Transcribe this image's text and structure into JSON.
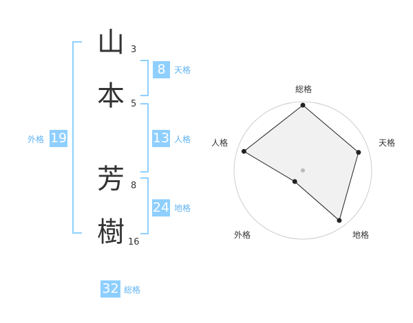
{
  "name": {
    "chars": [
      {
        "char": "山",
        "strokes": "3"
      },
      {
        "char": "本",
        "strokes": "5"
      },
      {
        "char": "芳",
        "strokes": "8"
      },
      {
        "char": "樹",
        "strokes": "16"
      }
    ]
  },
  "kaku": {
    "tenkaku": {
      "value": "8",
      "label": "天格"
    },
    "jinkaku": {
      "value": "13",
      "label": "人格"
    },
    "chikaku": {
      "value": "24",
      "label": "地格"
    },
    "gaikaku": {
      "value": "19",
      "label": "外格"
    },
    "soukaku": {
      "value": "32",
      "label": "総格"
    }
  },
  "radar": {
    "axes": [
      "総格",
      "天格",
      "地格",
      "外格",
      "人格"
    ],
    "values": [
      0.95,
      0.85,
      0.9,
      0.2,
      0.9
    ],
    "colors": {
      "grid": "#cccccc",
      "fill": "#eeeeee",
      "line": "#222222",
      "center": "#bbbbbb"
    }
  },
  "colors": {
    "accent": "#8ecfff",
    "label": "#62b4f2"
  }
}
